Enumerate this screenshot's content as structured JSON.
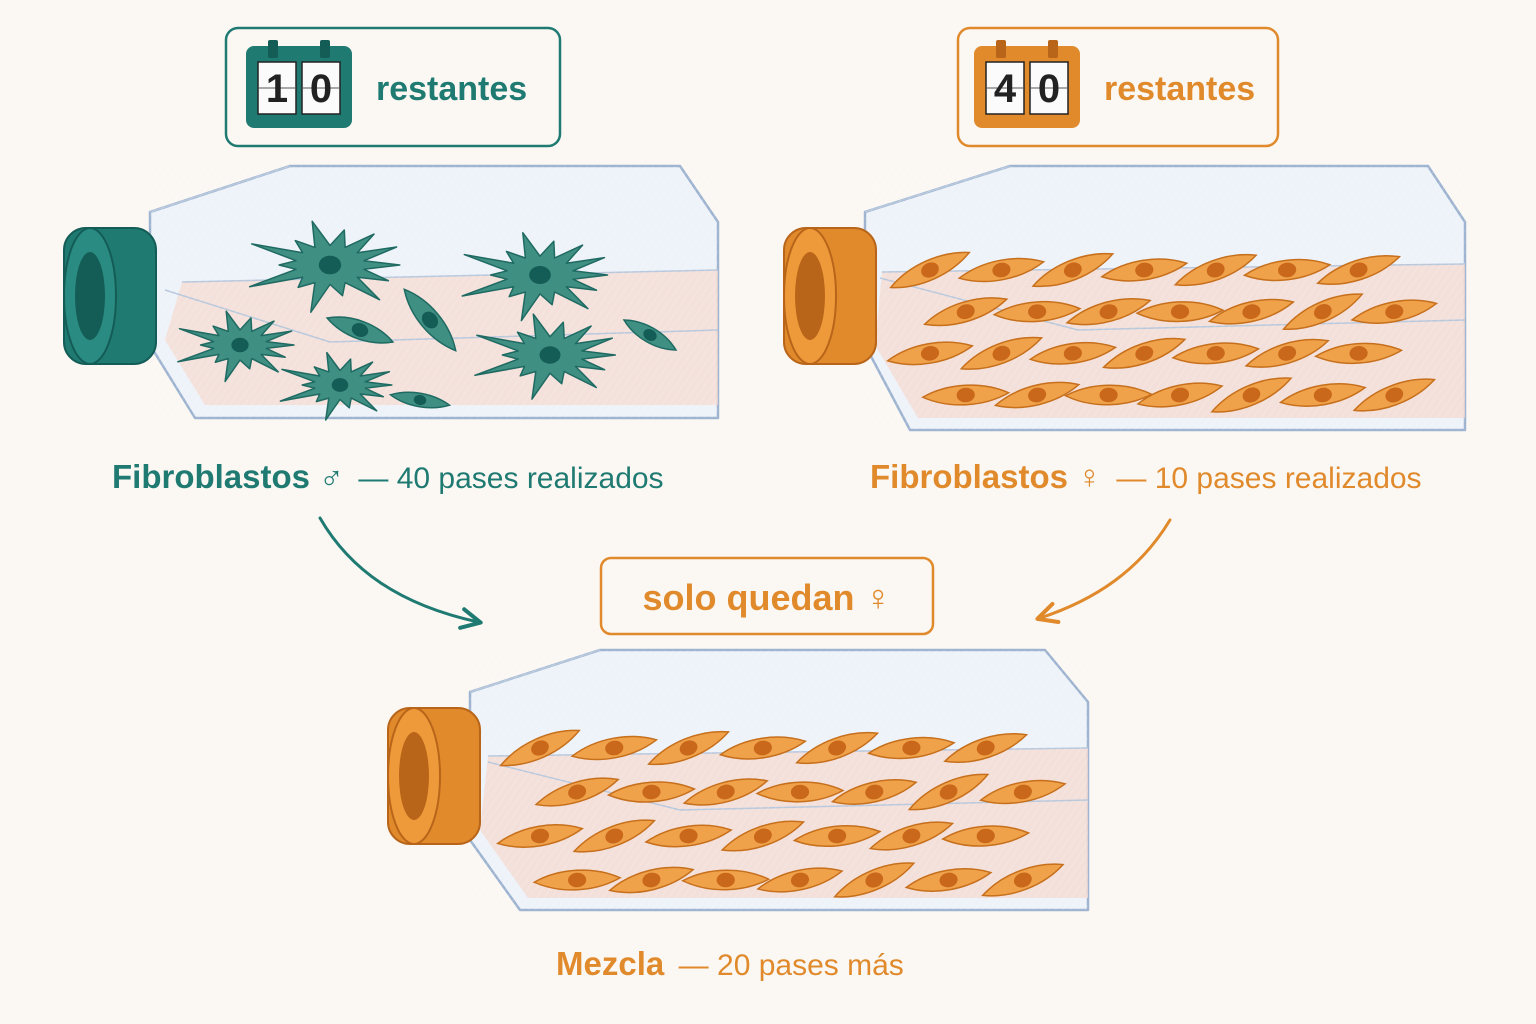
{
  "colors": {
    "male": "#1f7a72",
    "male_dark": "#145c56",
    "female": "#e08a2c",
    "female_dark": "#b8651a",
    "glass": "#9fb4d0",
    "medium": "#f6d9cf",
    "background": "#fbf8f4"
  },
  "icons": {
    "counter": "flip-counter-icon",
    "male_symbol": "male-symbol-icon",
    "female_symbol": "female-symbol-icon",
    "arrow": "curved-arrow-icon"
  },
  "flask_left": {
    "counter": {
      "digit1": "1",
      "digit2": "0",
      "label": "restantes"
    },
    "caption_title": "Fibroblastos ♂",
    "caption_detail": "— 40 pases realizados"
  },
  "flask_right": {
    "counter": {
      "digit1": "4",
      "digit2": "0",
      "label": "restantes"
    },
    "caption_title": "Fibroblastos ♀",
    "caption_detail": "— 10 pases realizados"
  },
  "result": {
    "badge": "solo quedan ♀",
    "caption_title": "Mezcla",
    "caption_detail": "— 20 pases más"
  }
}
